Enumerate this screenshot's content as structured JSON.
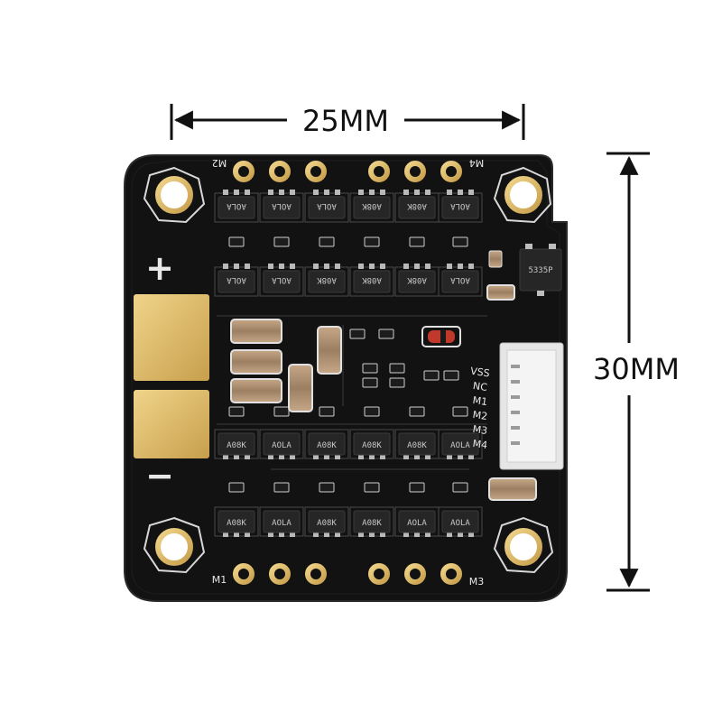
{
  "dimensions": {
    "width_label": "25MM",
    "height_label": "30MM"
  },
  "board": {
    "motor_labels": {
      "m1": "M1",
      "m2": "M2",
      "m3": "M3",
      "m4": "M4"
    },
    "power_labels": {
      "plus": "+",
      "minus": "−"
    },
    "connector_labels": [
      "VSS",
      "NC",
      "M1",
      "M2",
      "M3",
      "M4"
    ],
    "mosfet_top_markings": [
      "AOLA",
      "AOLA",
      "AOLA",
      "A08K",
      "A08K",
      "AOLA"
    ],
    "mosfet_upper_mid_markings": [
      "AOLA",
      "AOLA",
      "A08K",
      "A08K",
      "A08K",
      "AOLA"
    ],
    "mosfet_lower_mid_markings": [
      "A08K",
      "AOLA",
      "A08K",
      "A08K",
      "A08K",
      "AOLA"
    ],
    "mosfet_bottom_markings": [
      "A08K",
      "AOLA",
      "A08K",
      "A08K",
      "AOLA",
      "AOLA"
    ],
    "regulator_marking": "5335P",
    "colors": {
      "pcb": "#121212",
      "gold": "#d9b86a",
      "silkscreen": "#e8e8e8",
      "chip": "#262626",
      "capacitor": "#a78a6c",
      "dimension_line": "#111111"
    }
  }
}
